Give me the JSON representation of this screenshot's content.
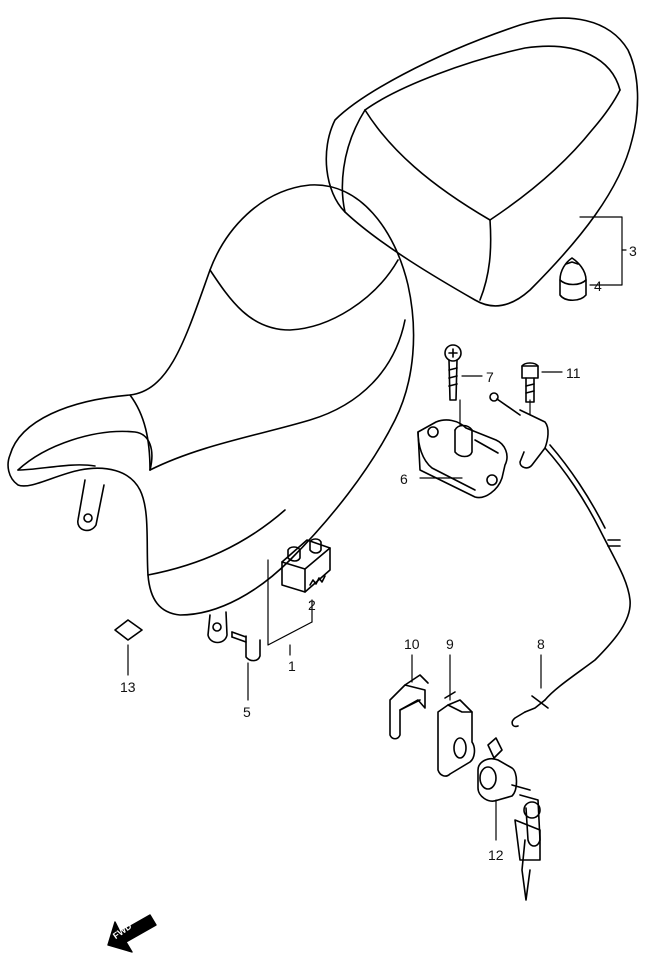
{
  "callouts": [
    {
      "id": "1",
      "text": "1"
    },
    {
      "id": "2",
      "text": "2"
    },
    {
      "id": "3",
      "text": "3"
    },
    {
      "id": "4",
      "text": "4"
    },
    {
      "id": "5",
      "text": "5"
    },
    {
      "id": "6",
      "text": "6"
    },
    {
      "id": "7",
      "text": "7"
    },
    {
      "id": "8",
      "text": "8"
    },
    {
      "id": "9",
      "text": "9"
    },
    {
      "id": "10",
      "text": "10"
    },
    {
      "id": "11",
      "text": "11"
    },
    {
      "id": "12",
      "text": "12"
    },
    {
      "id": "13",
      "text": "13"
    }
  ],
  "fwd_label": "FWD"
}
